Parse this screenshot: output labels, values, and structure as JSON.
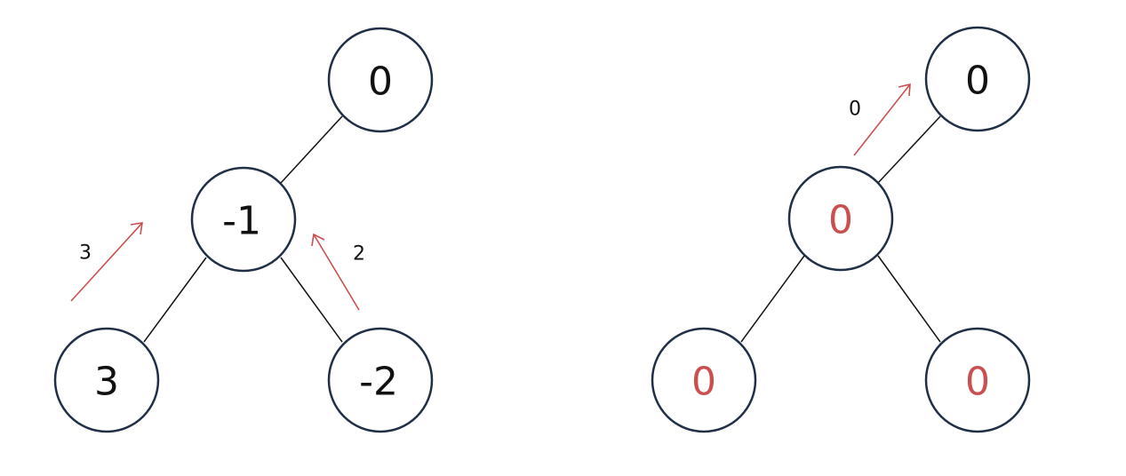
{
  "colors": {
    "node_stroke": "#1f2f45",
    "edge": "#111111",
    "arrow": "#c9504f",
    "text_default": "#111111",
    "text_highlight": "#c9504f"
  },
  "left_tree": {
    "root": {
      "value": "0"
    },
    "middle": {
      "value": "-1"
    },
    "left_leaf": {
      "value": "3"
    },
    "right_leaf": {
      "value": "-2"
    },
    "arrow_left_label": "3",
    "arrow_right_label": "2"
  },
  "right_tree": {
    "root": {
      "value": "0"
    },
    "middle": {
      "value": "0"
    },
    "left_leaf": {
      "value": "0"
    },
    "right_leaf": {
      "value": "0"
    },
    "arrow_top_label": "0"
  }
}
